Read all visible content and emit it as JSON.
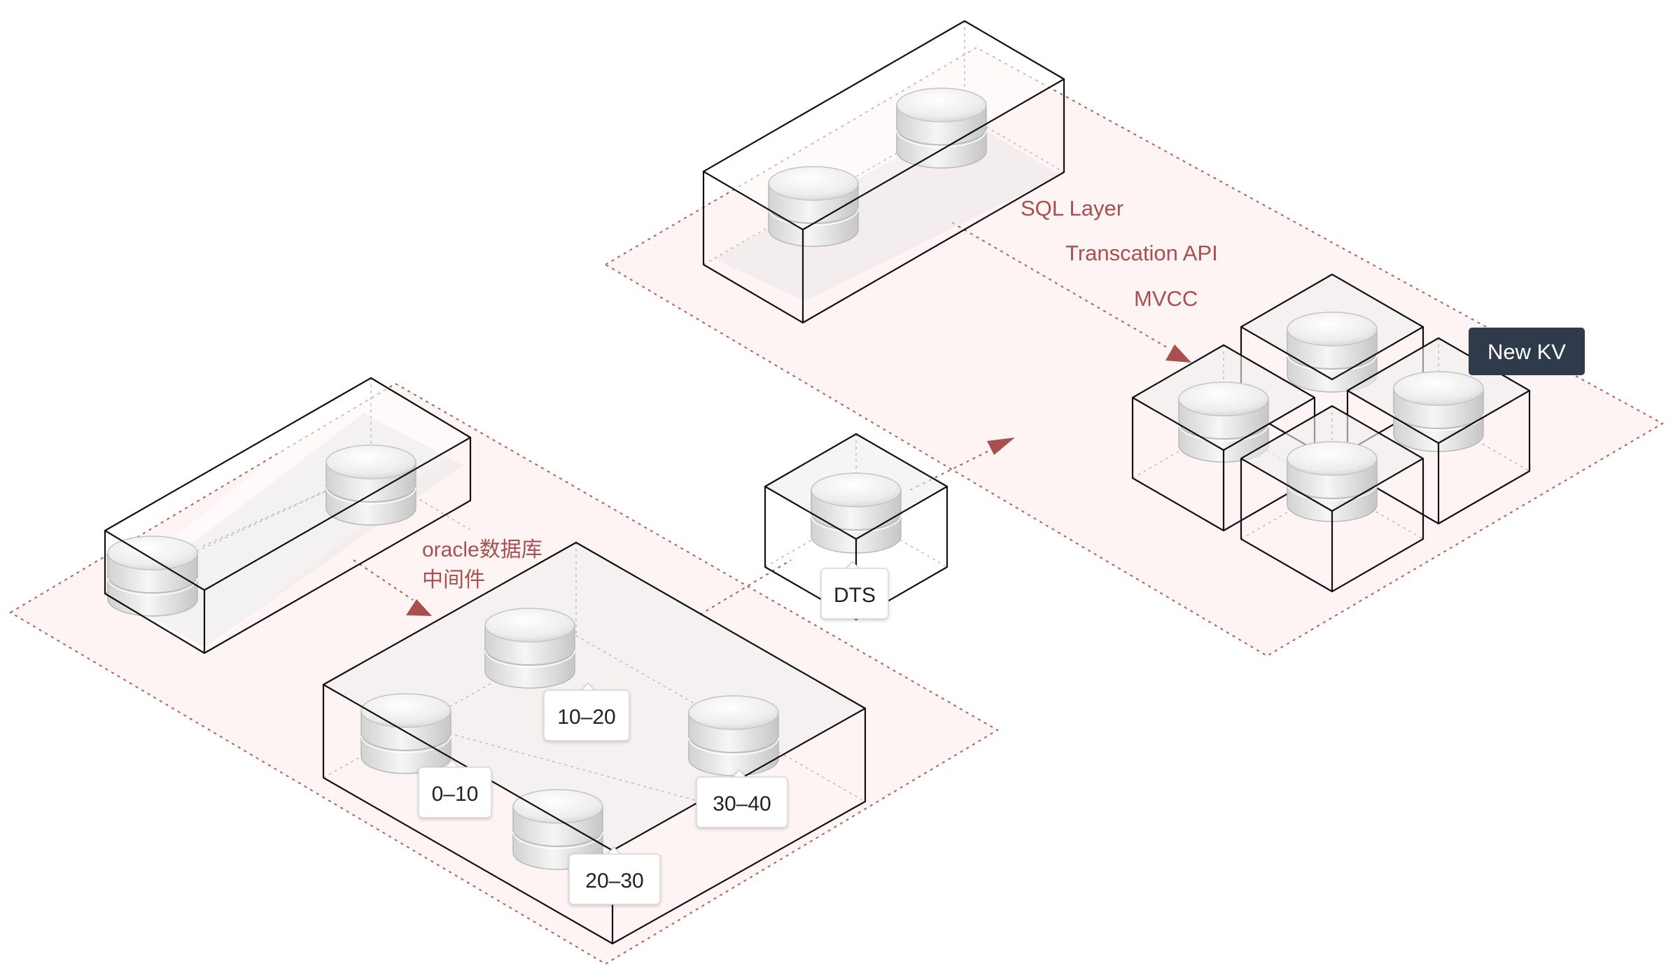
{
  "labels": {
    "middleware": [
      "oracle数据库",
      "中间件"
    ],
    "layers": [
      "SQL Layer",
      "Transcation API",
      "MVCC"
    ],
    "new_kv": "New KV",
    "dts": "DTS",
    "ranges": [
      "0–10",
      "10–20",
      "20–30",
      "30–40"
    ]
  },
  "colors": {
    "accent": "#a84f4f",
    "zone_fill": "#fdf0ef",
    "zone_stroke": "#b65b5b",
    "edge": "#111111",
    "badge_dark": "#2f3a4b"
  }
}
